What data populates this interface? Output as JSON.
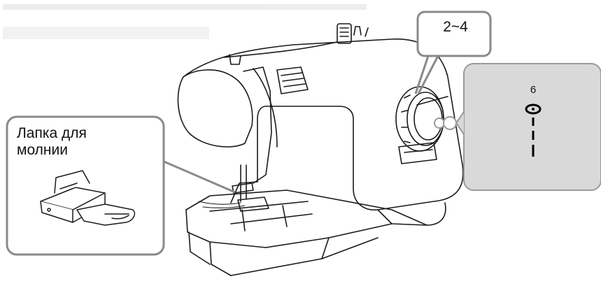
{
  "callouts": {
    "presser_foot": {
      "line1": "Лапка для",
      "line2": "молнии"
    },
    "setting": {
      "label": "2~4"
    },
    "stitch": {
      "number": "6"
    }
  },
  "colors": {
    "outline": "#1a1a1a",
    "callout_border": "#8a8a8a",
    "stitch_panel_fill": "#d9d9d9",
    "stitch_panel_border": "#9a9a9a",
    "background": "#ffffff"
  },
  "icons": [
    "sewing-machine-illustration",
    "zipper-foot-icon",
    "stitch-pattern-icon",
    "dial-knob-icon"
  ]
}
